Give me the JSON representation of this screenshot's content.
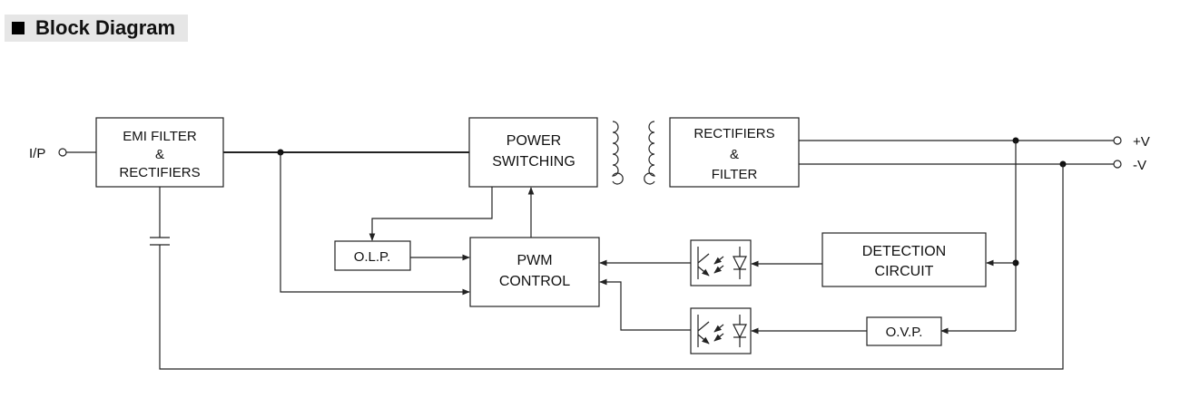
{
  "header": {
    "title": "Block Diagram"
  },
  "terminals": {
    "input": "I/P",
    "out_pos": "+V",
    "out_neg": "-V"
  },
  "blocks": {
    "emi_line1": "EMI FILTER",
    "emi_line2": "&",
    "emi_line3": "RECTIFIERS",
    "power_line1": "POWER",
    "power_line2": "SWITCHING",
    "rect_line1": "RECTIFIERS",
    "rect_line2": "&",
    "rect_line3": "FILTER",
    "olp": "O.L.P.",
    "pwm_line1": "PWM",
    "pwm_line2": "CONTROL",
    "detect_line1": "DETECTION",
    "detect_line2": "CIRCUIT",
    "ovp": "O.V.P."
  }
}
